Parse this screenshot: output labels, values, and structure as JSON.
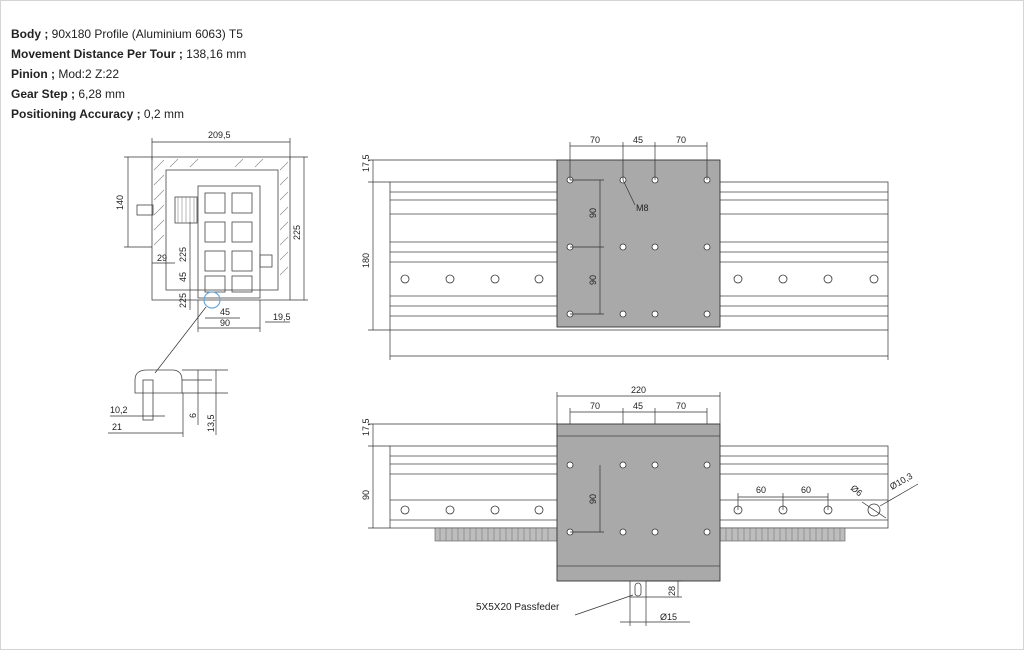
{
  "specs": [
    {
      "label": "Body ;",
      "value": " 90x180 Profile (Aluminium 6063) T5"
    },
    {
      "label": "Movement Distance Per Tour ;",
      "value": " 138,16 mm"
    },
    {
      "label": "Pinion ;",
      "value": " Mod:2 Z:22"
    },
    {
      "label": "Gear Step ;",
      "value": " 6,28 mm"
    },
    {
      "label": "Positioning Accuracy ;",
      "value": " 0,2 mm"
    }
  ],
  "section_view": {
    "dims": {
      "width": "209,5",
      "height_left": "140",
      "height_right": "225",
      "d29": "29",
      "d225a": "225",
      "d45a": "45",
      "d225b": "225",
      "d45b": "45",
      "d90": "90",
      "d19": "19,5"
    }
  },
  "detail_view": {
    "dims": {
      "d10": "10,2",
      "d21": "21",
      "d6": "6",
      "d13": "13,5"
    }
  },
  "top_view": {
    "dims": {
      "top70a": "70",
      "top45": "45",
      "top70b": "70",
      "d175": "17,5",
      "d180": "180",
      "v90a": "90",
      "v90b": "90",
      "thread": "M8"
    }
  },
  "front_view": {
    "dims": {
      "d220": "220",
      "f70a": "70",
      "f45": "45",
      "f70b": "70",
      "d175": "17,5",
      "d90": "90",
      "v90": "90",
      "s60a": "60",
      "s60b": "60",
      "dia6": "Ø6",
      "dia103": "Ø10,3",
      "d28": "28",
      "dia15": "Ø15"
    },
    "key_label": "5X5X20 Passfeder"
  }
}
